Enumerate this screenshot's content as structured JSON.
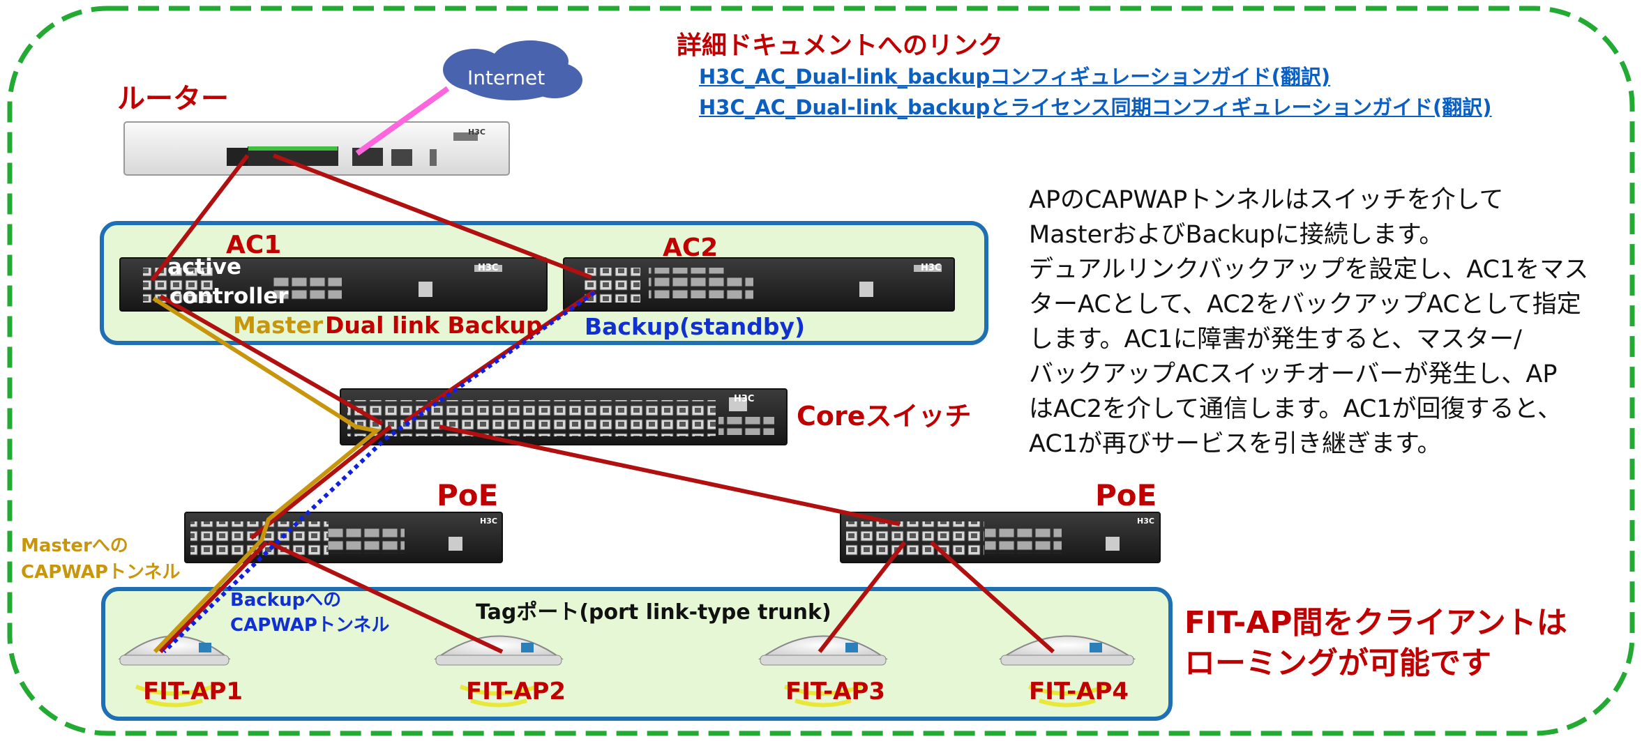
{
  "labels": {
    "router": "ルーター",
    "internet": "Internet",
    "ac1": "AC1",
    "ac2": "AC2",
    "active_line1": "active",
    "active_line2": "controller",
    "master": "Master",
    "dual_link_backup": "Dual link Backup",
    "backup_standby": "Backup(standby)",
    "core_switch": "Coreスイッチ",
    "poe_left": "PoE",
    "poe_right": "PoE",
    "master_capwap_line1": "Masterへの",
    "master_capwap_line2": "CAPWAPトンネル",
    "backup_capwap_line1": "Backupへの",
    "backup_capwap_line2": "CAPWAPトンネル",
    "tag_port": "Tagポート(port link-type trunk)",
    "ap1": "FIT-AP1",
    "ap2": "FIT-AP2",
    "ap3": "FIT-AP3",
    "ap4": "FIT-AP4",
    "roaming_line1": "FIT-AP間をクライアントは",
    "roaming_line2": "ローミングが可能です"
  },
  "links": {
    "heading": "詳細ドキュメントへのリンク",
    "link1": "H3C_AC_Dual-link_backupコンフィギュレーションガイド(翻訳)",
    "link2": "H3C_AC_Dual-link_backupとライセンス同期コンフィギュレーションガイド(翻訳)"
  },
  "description": {
    "line1": "APのCAPWAPトンネルはスイッチを介して",
    "line2": "MasterおよびBackupに接続します。",
    "line3": "デュアルリンクバックアップを設定し、AC1をマス",
    "line4": "ターACとして、AC2をバックアップACとして指定",
    "line5": "します。AC1に障害が発生すると、マスター/",
    "line6": "バックアップACスイッチオーバーが発生し、AP",
    "line7": "はAC2を介して通信します。AC1が回復すると、",
    "line8": "AC1が再びサービスを引き継ぎます。"
  },
  "device_logos": {
    "router": "H3C",
    "ac1": "H3C",
    "ac2": "H3C",
    "core": "H3C",
    "poe_left": "H3C",
    "poe_right": "H3C"
  },
  "colors": {
    "outer_border": "#22AA33",
    "group_border": "#1F6FB5",
    "group_fill": "#E6F7D6",
    "link_red": "#B01010",
    "link_gold": "#C8960C",
    "link_blue_dotted": "#1020E0",
    "internet_link": "#FF66DD",
    "internet_cloud": "#4A63AE"
  }
}
